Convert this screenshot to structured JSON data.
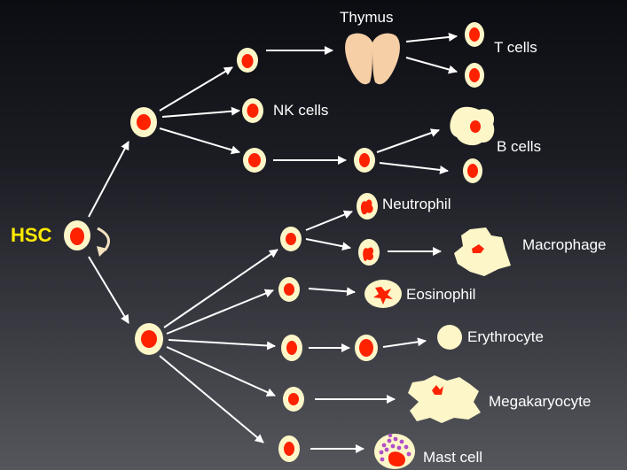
{
  "labels": {
    "hsc": "HSC",
    "thymus": "Thymus",
    "t_cells": "T cells",
    "nk_cells": "NK cells",
    "b_cells": "B cells",
    "neutrophil": "Neutrophil",
    "macrophage": "Macrophage",
    "eosinophil": "Eosinophil",
    "erythrocyte": "Erythrocyte",
    "megakaryocyte": "Megakaryocyte",
    "mast_cell": "Mast cell"
  },
  "colors": {
    "cell_body": "#fdf6c8",
    "nucleus": "#ff2200",
    "arrow": "#ffffff",
    "thymus": "#f6cfa6",
    "hsc_label": "#ffea00",
    "label": "#ffffff",
    "mast_granule": "#b050c8"
  }
}
